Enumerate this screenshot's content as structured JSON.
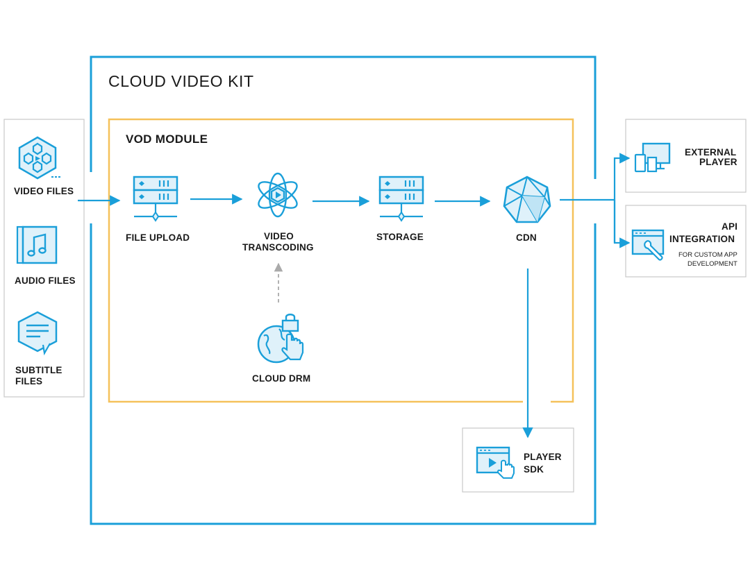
{
  "colors": {
    "accent": "#1a9fd9",
    "vod_border": "#f5c15a",
    "panel_border": "#c8c8c8",
    "drm_arrow": "#aaaaaa"
  },
  "kit": {
    "title": "CLOUD VIDEO KIT"
  },
  "vod": {
    "title": "VOD MODULE"
  },
  "inputs": [
    {
      "label": "VIDEO FILES",
      "icon": "video-files-icon"
    },
    {
      "label": "AUDIO FILES",
      "icon": "audio-files-icon"
    },
    {
      "label_line1": "SUBTITLE",
      "label_line2": "FILES",
      "icon": "subtitle-files-icon"
    }
  ],
  "steps": {
    "file_upload": {
      "label": "FILE UPLOAD",
      "icon": "server-icon"
    },
    "transcoding": {
      "label_line1": "VIDEO",
      "label_line2": "TRANSCODING",
      "icon": "atom-icon"
    },
    "storage": {
      "label": "STORAGE",
      "icon": "server-icon"
    },
    "cdn": {
      "label": "CDN",
      "icon": "globe-polygon-icon"
    },
    "drm": {
      "label": "CLOUD DRM",
      "icon": "globe-lock-icon"
    }
  },
  "outputs": {
    "external": {
      "line1": "EXTERNAL",
      "line2": "PLAYER",
      "icon": "devices-icon"
    },
    "api": {
      "line1": "API",
      "line2": "INTEGRATION",
      "note_line1": "FOR CUSTOM APP",
      "note_line2": "DEVELOPMENT",
      "icon": "browser-wrench-icon"
    },
    "sdk": {
      "line1": "PLAYER",
      "line2": "SDK",
      "icon": "browser-play-icon"
    }
  }
}
